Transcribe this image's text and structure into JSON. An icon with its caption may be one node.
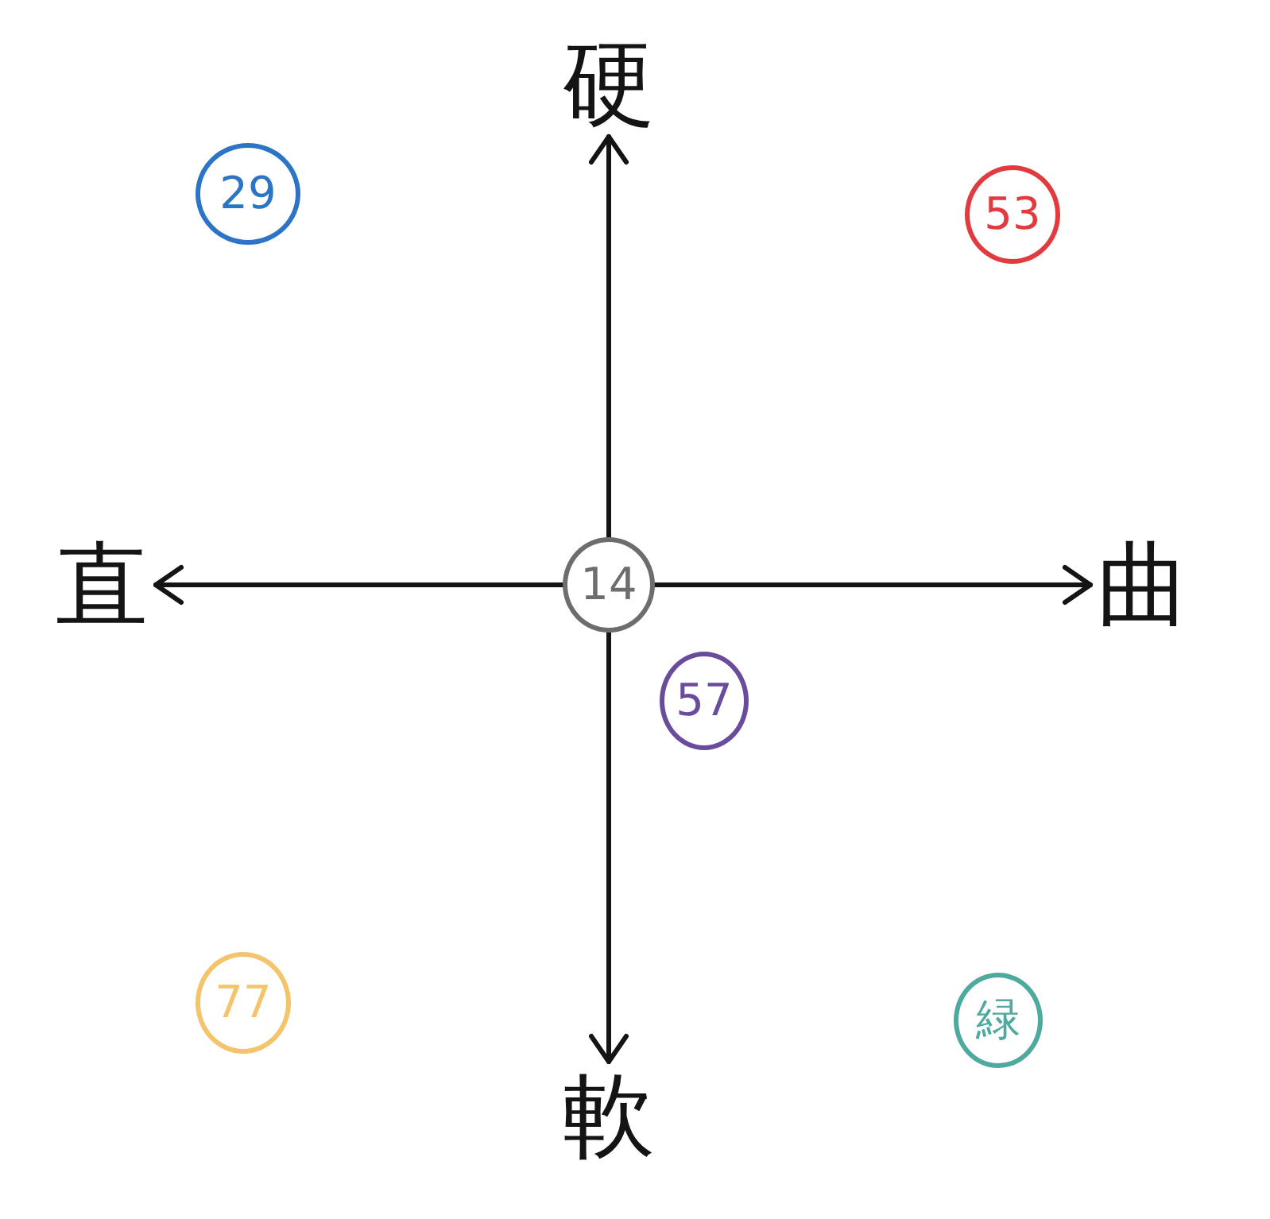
{
  "diagram": {
    "nodes": [
      {
        "text": [
          "硬"
        ]
      },
      {
        "text": [
          "29"
        ]
      },
      {
        "text": [
          "53"
        ]
      },
      {
        "text": [
          "直"
        ]
      },
      {
        "text": [
          "14"
        ]
      },
      {
        "text": [
          "曲"
        ]
      },
      {
        "text": [
          "57"
        ]
      },
      {
        "text": [
          "77"
        ]
      },
      {
        "text": [
          "緑"
        ]
      },
      {
        "text": [
          "軟"
        ]
      }
    ],
    "edges": [
      {
        "from": 4,
        "to": 0,
        "arrow": "to"
      },
      {
        "from": 4,
        "to": 3,
        "arrow": "to"
      },
      {
        "from": 4,
        "to": 5,
        "arrow": "to"
      },
      {
        "from": 4,
        "to": 9,
        "arrow": "to"
      }
    ]
  }
}
